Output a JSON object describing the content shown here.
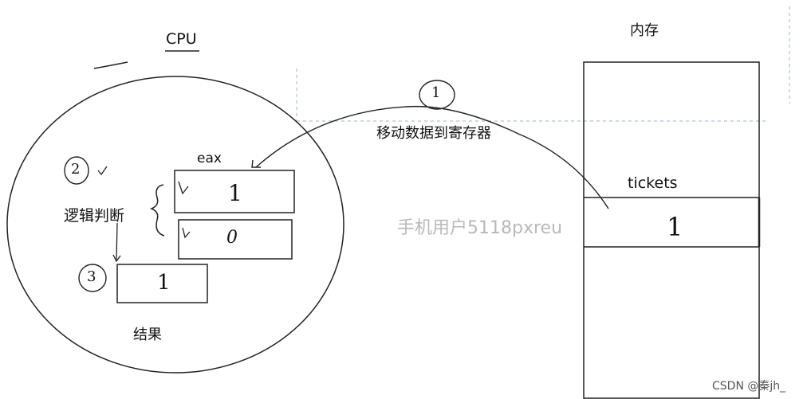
{
  "cpu": {
    "title": "CPU",
    "register_label": "eax",
    "register_value": "1",
    "compare_value": "0",
    "logic_label": "逻辑判断",
    "result_label": "结果",
    "result_value": "1"
  },
  "memory": {
    "title": "内存",
    "variable_label": "tickets",
    "variable_value": "1"
  },
  "steps": {
    "step1": "1",
    "step2": "2",
    "step3": "3",
    "move_label": "移动数据到寄存器"
  },
  "watermark": "手机用户5118pxreu",
  "credit": "CSDN @秦jh_"
}
